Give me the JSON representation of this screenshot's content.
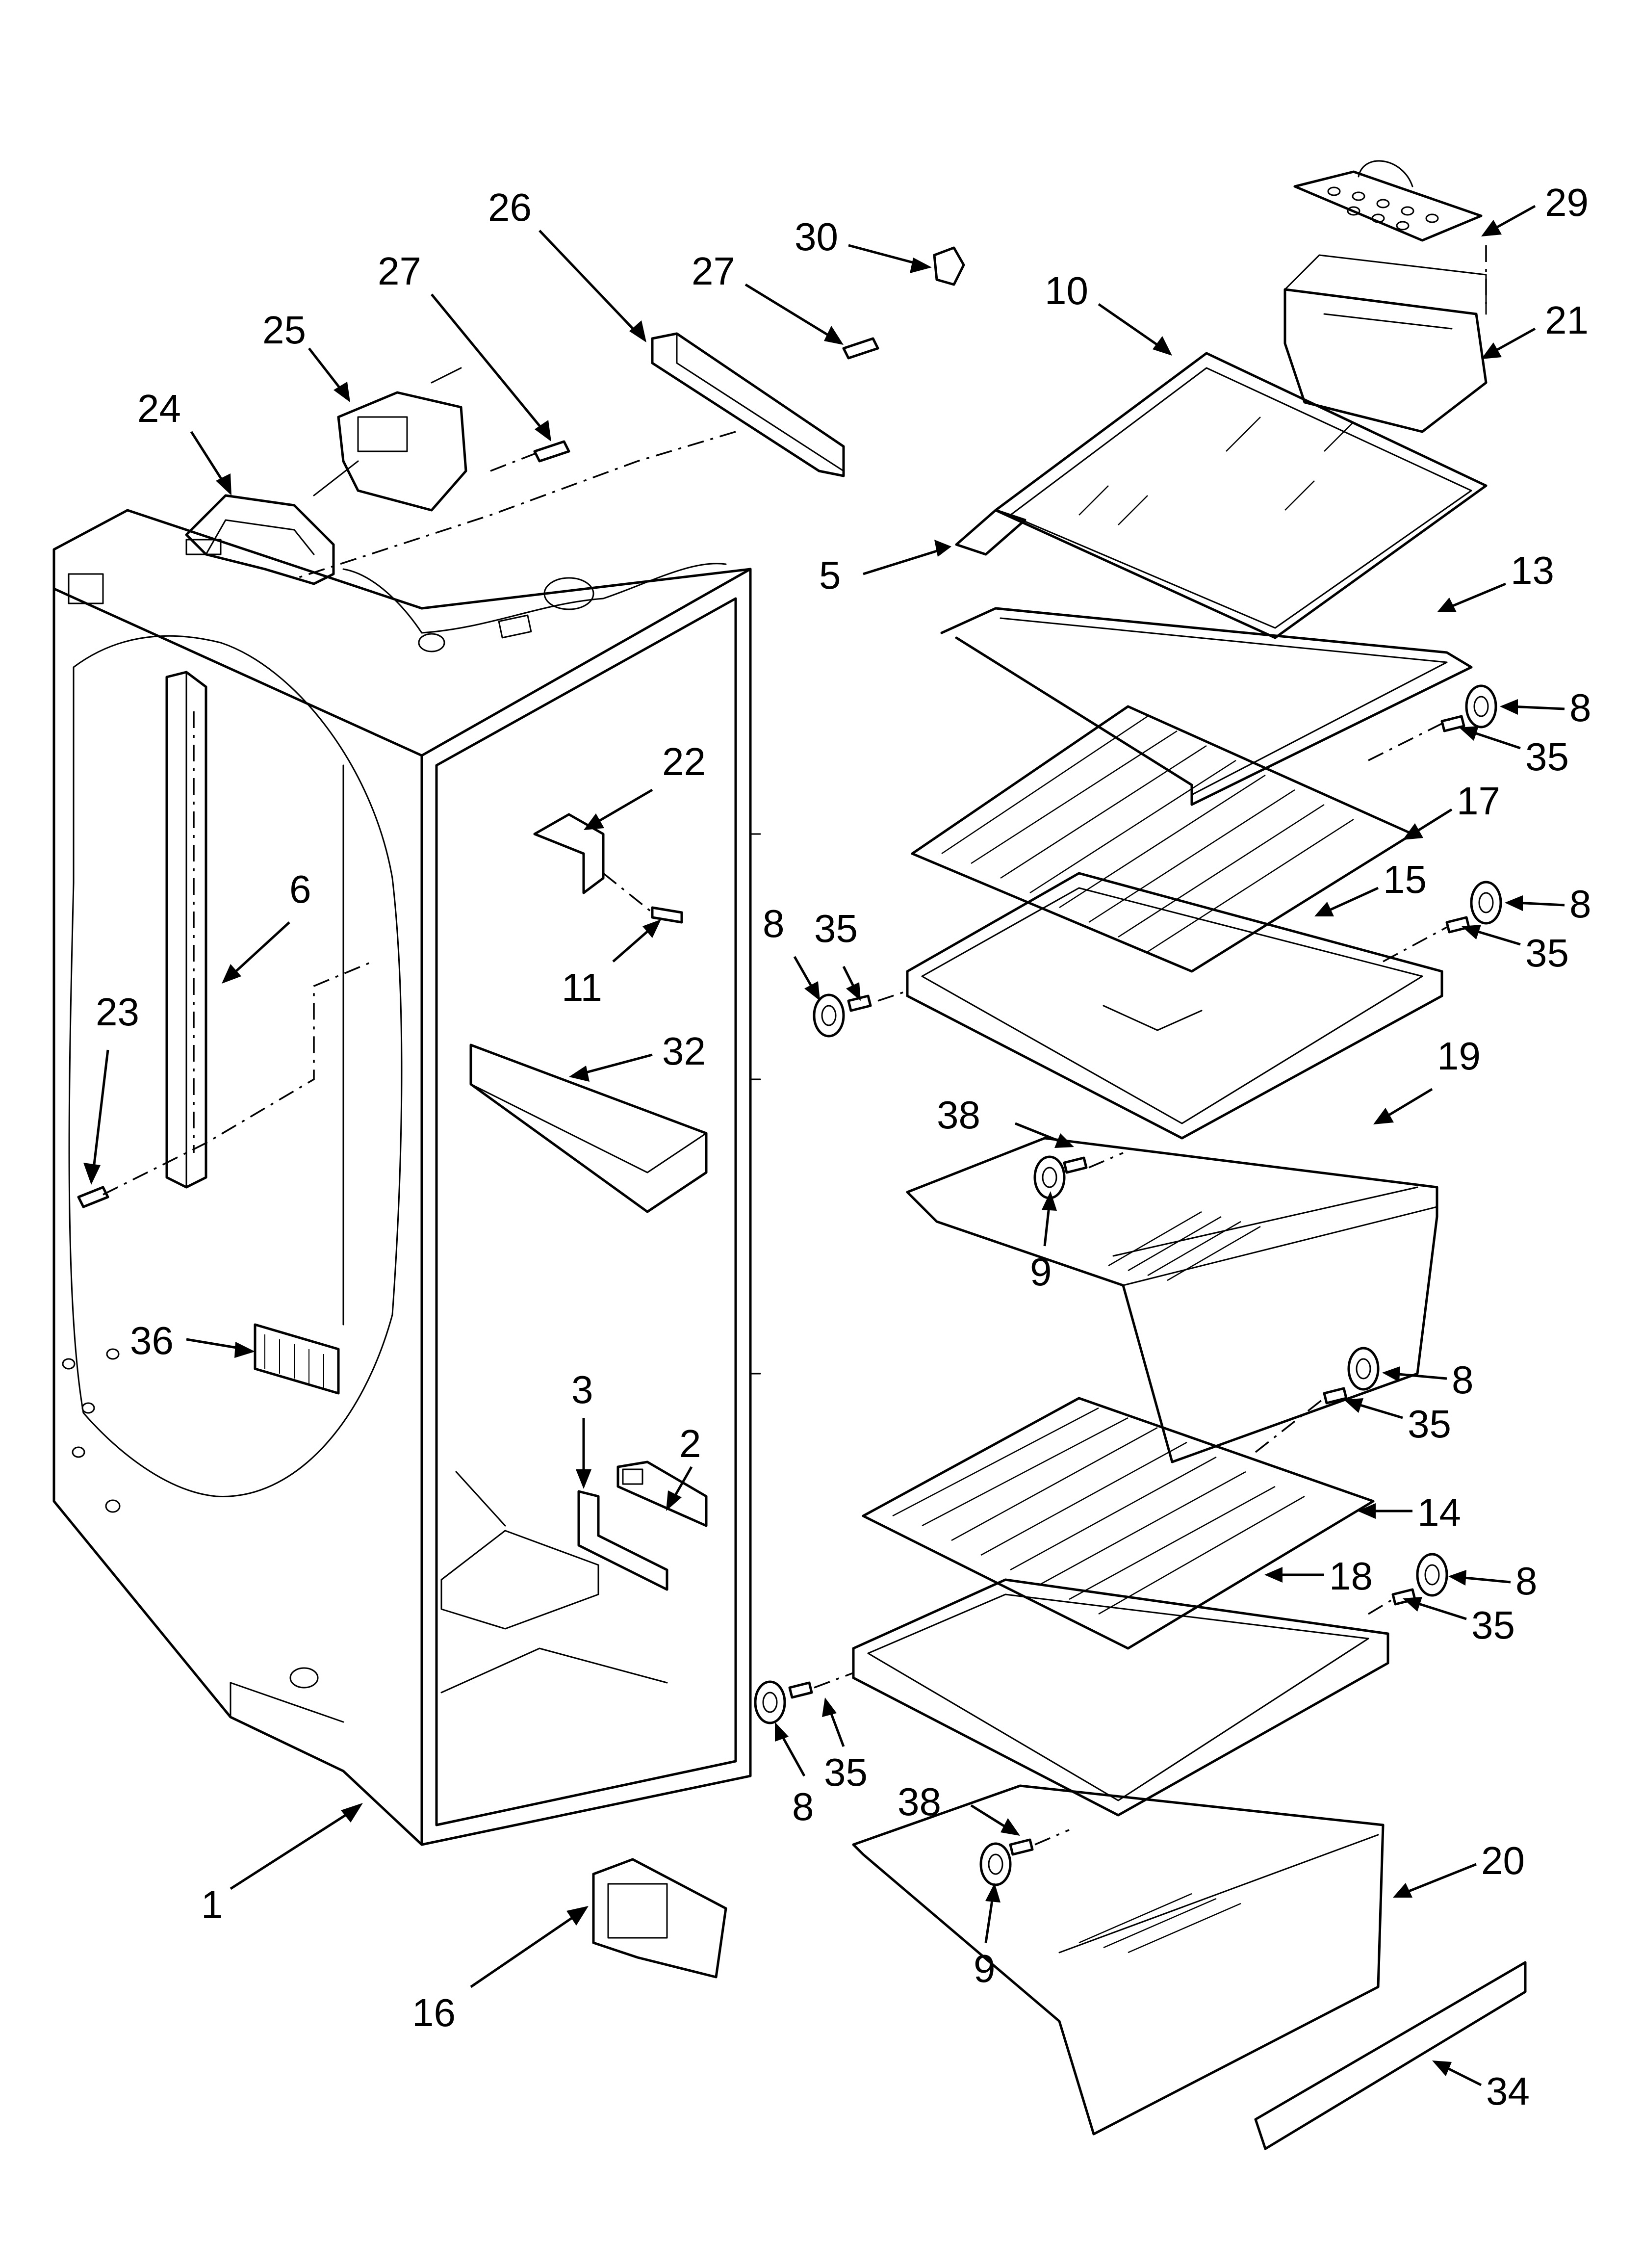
{
  "diagram": {
    "callouts": {
      "c1": "1",
      "c2": "2",
      "c3": "3",
      "c5": "5",
      "c6": "6",
      "c8a": "8",
      "c8b": "8",
      "c8c": "8",
      "c8d": "8",
      "c8e": "8",
      "c8f": "8",
      "c9a": "9",
      "c9b": "9",
      "c10": "10",
      "c11": "11",
      "c13": "13",
      "c14": "14",
      "c15": "15",
      "c16": "16",
      "c17": "17",
      "c18": "18",
      "c19": "19",
      "c20": "20",
      "c21": "21",
      "c22": "22",
      "c23": "23",
      "c24": "24",
      "c25": "25",
      "c26": "26",
      "c27a": "27",
      "c27b": "27",
      "c29": "29",
      "c30": "30",
      "c32": "32",
      "c34": "34",
      "c35a": "35",
      "c35b": "35",
      "c35c": "35",
      "c35d": "35",
      "c35e": "35",
      "c35f": "35",
      "c36": "36",
      "c38a": "38",
      "c38b": "38"
    }
  }
}
